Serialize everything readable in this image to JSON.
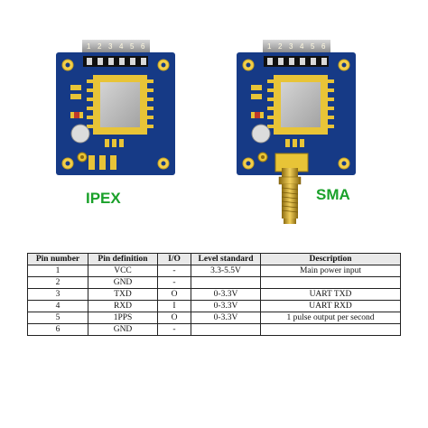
{
  "variants": [
    {
      "label": "IPEX",
      "pin_numbers": [
        "1",
        "2",
        "3",
        "4",
        "5",
        "6"
      ]
    },
    {
      "label": "SMA",
      "pin_numbers": [
        "1",
        "2",
        "3",
        "4",
        "5",
        "6"
      ]
    }
  ],
  "colors": {
    "pcb": "#163a86",
    "module": "#bdbdbd",
    "gold": "#e8c437",
    "label_green": "#1aa12a"
  },
  "table": {
    "headers": [
      "Pin number",
      "Pin definition",
      "I/O",
      "Level standard",
      "Description"
    ],
    "rows": [
      [
        "1",
        "VCC",
        "-",
        "3.3-5.5V",
        "Main power input"
      ],
      [
        "2",
        "GND",
        "-",
        "",
        ""
      ],
      [
        "3",
        "TXD",
        "O",
        "0-3.3V",
        "UART TXD"
      ],
      [
        "4",
        "RXD",
        "I",
        "0-3.3V",
        "UART RXD"
      ],
      [
        "5",
        "1PPS",
        "O",
        "0-3.3V",
        "1 pulse output per second"
      ],
      [
        "6",
        "GND",
        "-",
        "",
        ""
      ]
    ]
  }
}
